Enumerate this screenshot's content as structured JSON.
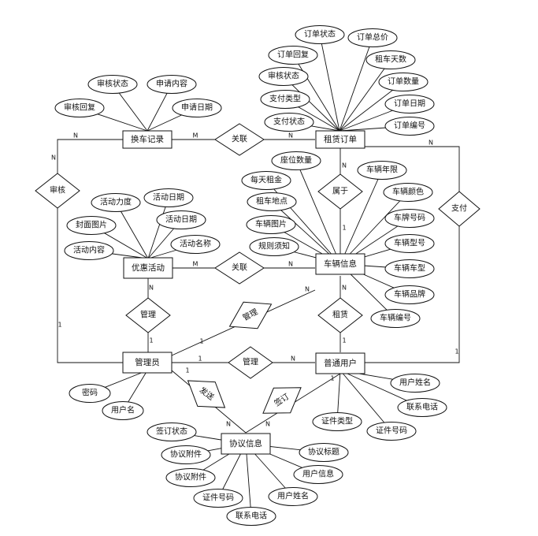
{
  "entities": {
    "huanche": "换车记录",
    "zulin": "租赁订单",
    "youhui": "优惠活动",
    "cheliang": "车辆信息",
    "guanli": "管理员",
    "yonghu": "普通用户",
    "xieyi": "协议信息"
  },
  "relationships": {
    "guanlian1": "关联",
    "shenhe": "审核",
    "shuyu": "属于",
    "zhifu": "支付",
    "guanlian2": "关联",
    "guanli_a": "管理",
    "guanli_b": "管理",
    "zulin_r": "租赁",
    "guanli_c": "管理",
    "fasong": "发送",
    "qianding": "签订"
  },
  "attributes": {
    "huanche": [
      "审核状态",
      "申请内容",
      "审核回复",
      "申请日期"
    ],
    "zulin": [
      "订单状态",
      "订单总价",
      "订单回复",
      "租车天数",
      "审核状态",
      "订单数量",
      "支付类型",
      "订单日期",
      "支付状态",
      "订单编号"
    ],
    "youhui": [
      "活动力度",
      "活动日期",
      "封面图片",
      "活动日期",
      "活动名称",
      "活动内容"
    ],
    "cheliang": [
      "座位数量",
      "每天租金",
      "租车地点",
      "车辆图片",
      "规则须知",
      "车辆年限",
      "车辆颜色",
      "车牌号码",
      "车辆型号",
      "车辆车型",
      "车辆品牌",
      "车辆编号"
    ],
    "guanli": [
      "密码",
      "用户名"
    ],
    "yonghu": [
      "用户姓名",
      "联系电话",
      "证件号码",
      "证件类型"
    ],
    "xieyi": [
      "签订状态",
      "协议附件",
      "协议标题",
      "协议附件",
      "用户信息",
      "证件号码",
      "用户姓名",
      "联系电话"
    ]
  },
  "cardinality": {
    "huanche_guanlian_left": "N",
    "huanche_guanlian_right": "M",
    "guanlian_zulin": "N",
    "huanche_shenhe": "N",
    "shenhe_guanli": "1",
    "zulin_shuyu": "N",
    "shuyu_cheliang": "1",
    "zulin_zhifu": "N",
    "zhifu_yonghu": "1",
    "youhui_guanlian": "M",
    "guanlian_cheliang": "N",
    "youhui_guanli": "N",
    "guanli_youhui": "1",
    "cheliang_zulin": "N",
    "zulin_yonghu": "1",
    "guanli_guanli": "1",
    "guanli_yonghu": "N",
    "guanli_cheliang": "N",
    "guanli_guanli_left": "1",
    "guanli_fasong": "1",
    "fasong_xieyi": "N",
    "qianding_xieyi": "N",
    "yonghu_qianding": "1"
  }
}
